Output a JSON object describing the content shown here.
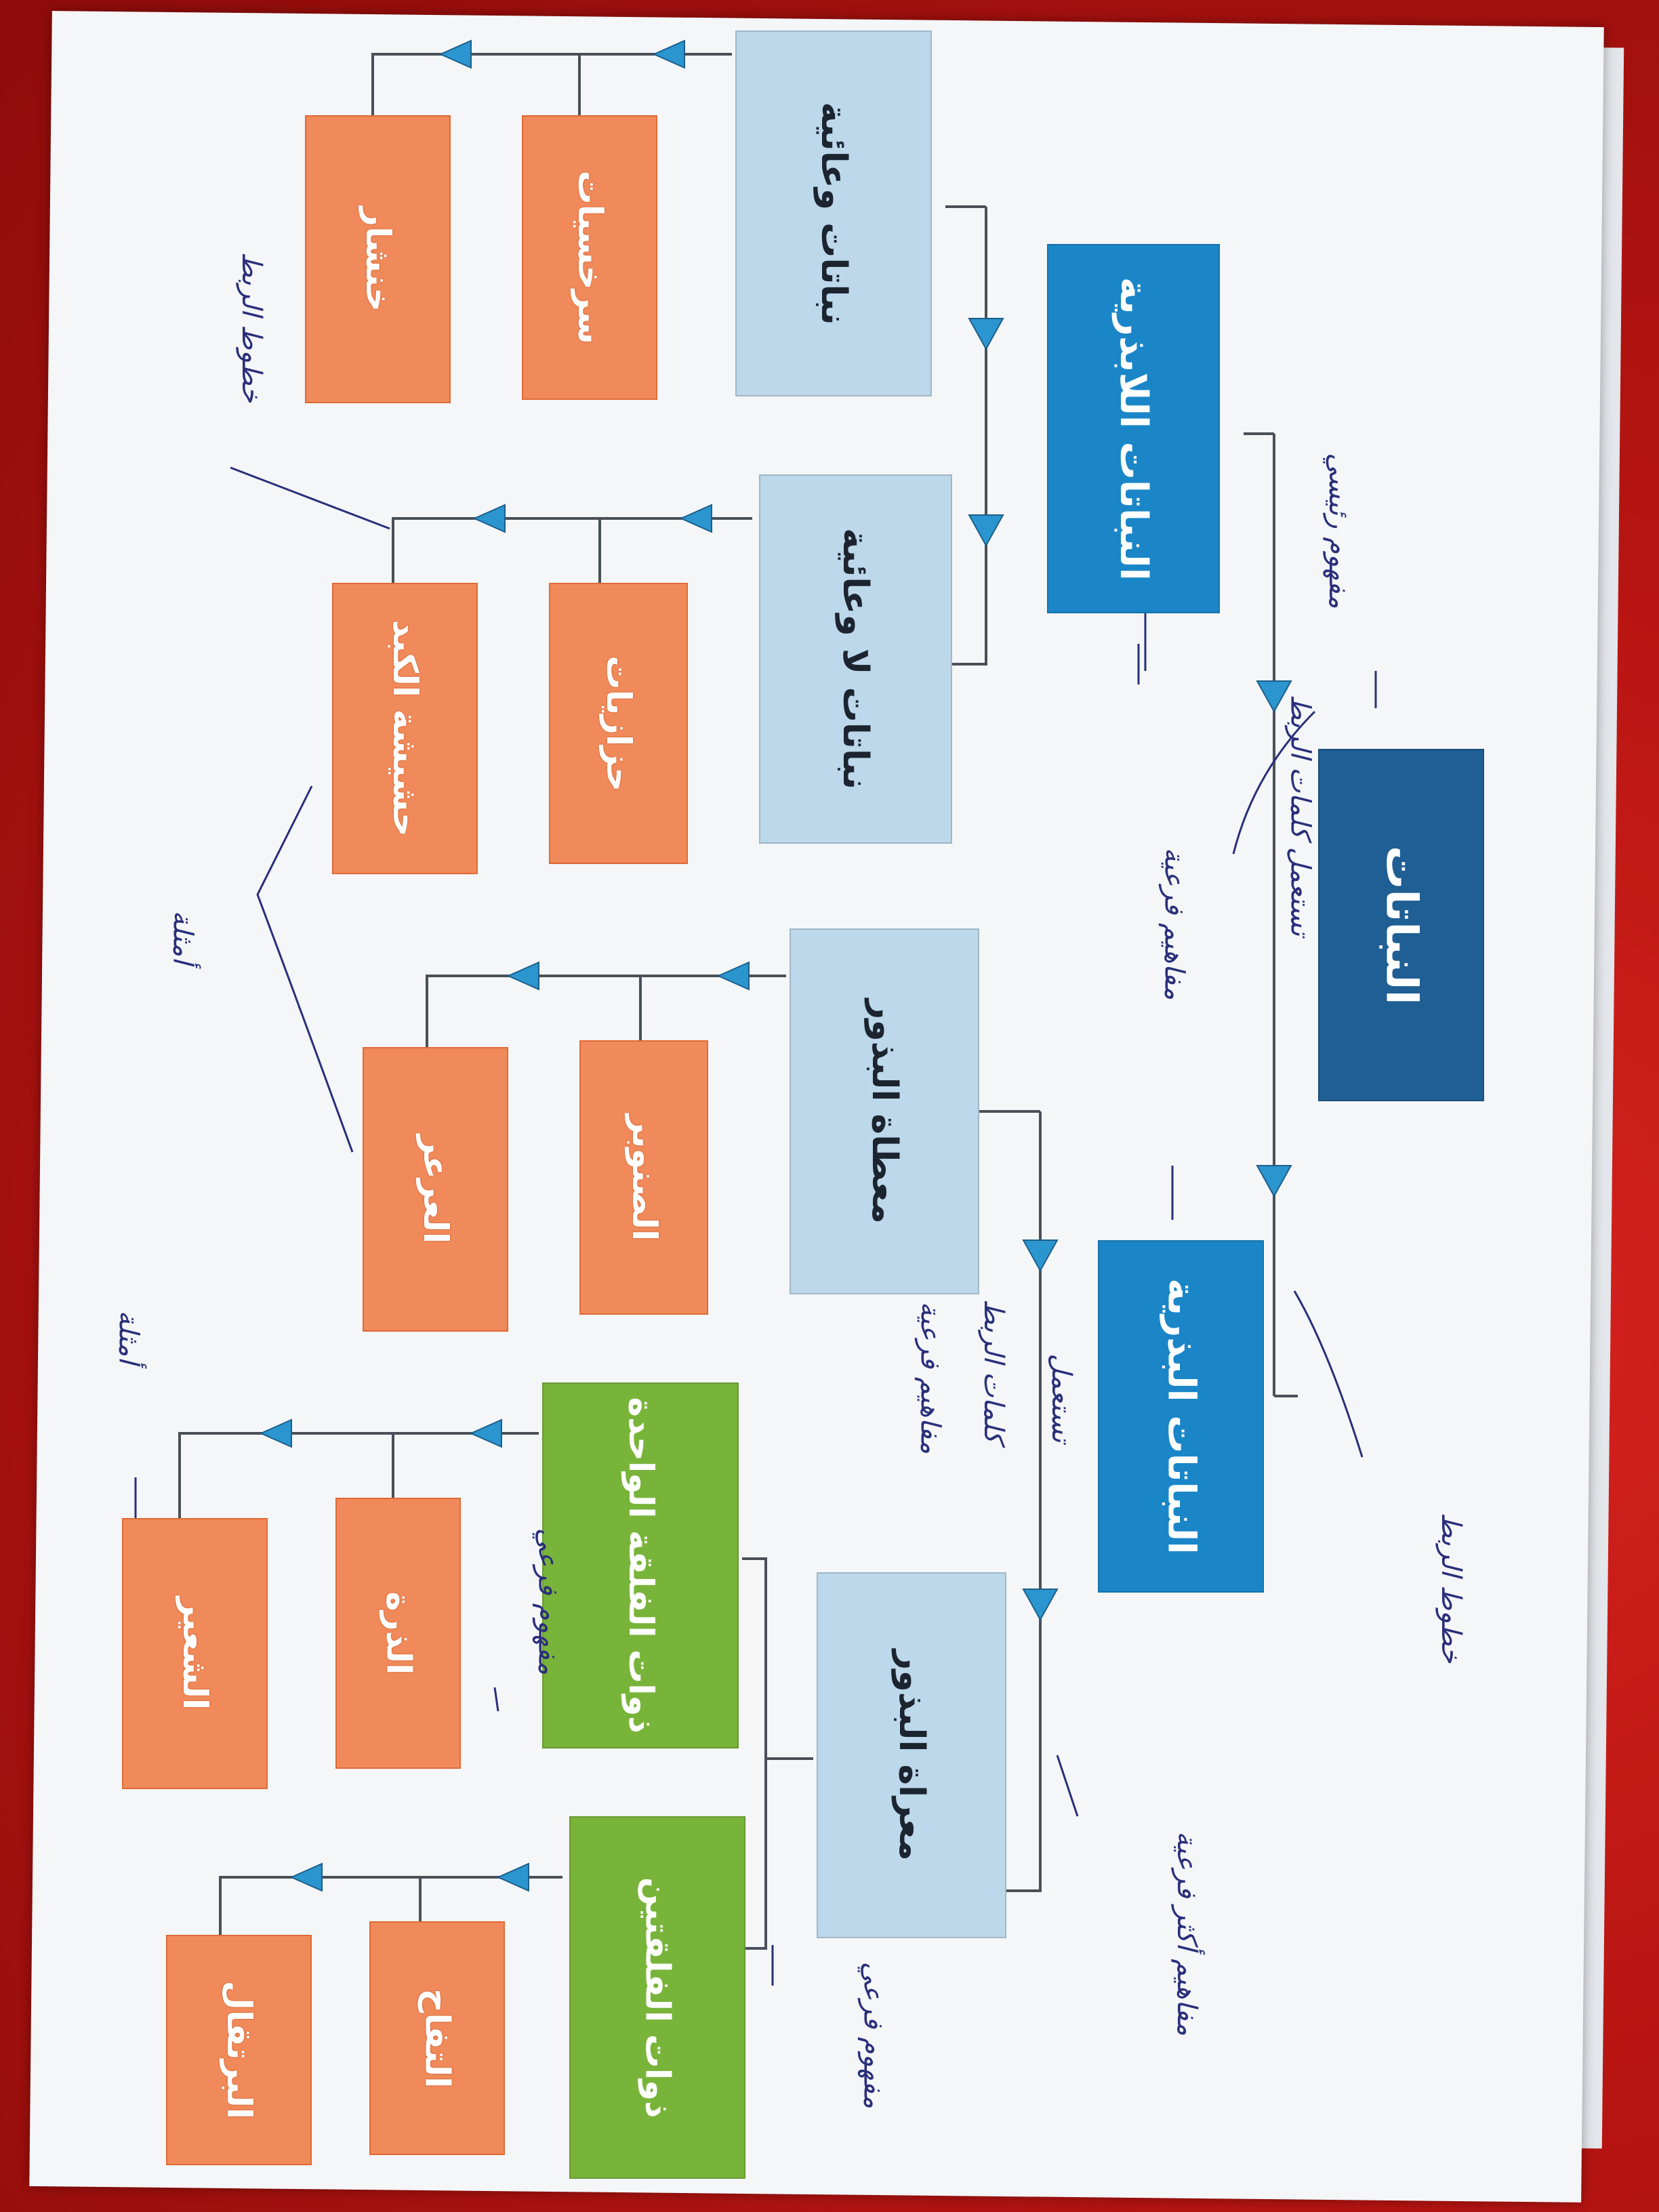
{
  "root": {
    "label": "النباتات"
  },
  "branches": {
    "angiosperm": {
      "label": "النباتات البذرية"
    },
    "nonseed": {
      "label": "النباتات اللابذرية"
    }
  },
  "groups": {
    "vascular": {
      "label": "نباتات وعائية"
    },
    "nonvascular": {
      "label": "نباتات لا وعائية"
    },
    "gymno": {
      "label": "معطاة البذور"
    },
    "angio": {
      "label": "معراة البذور"
    },
    "monocot": {
      "label": "ذوات الفلقة الواحدة"
    },
    "dicot": {
      "label": "ذوات الفلقتين"
    }
  },
  "examples": {
    "ferns": {
      "label": "سرخسيات"
    },
    "horsetail": {
      "label": "خنشار"
    },
    "mosses": {
      "label": "حزازيات"
    },
    "liverwort": {
      "label": "حشيشة الكبد"
    },
    "pine": {
      "label": "الصنوبر"
    },
    "juniper": {
      "label": "العرعر"
    },
    "corn": {
      "label": "الذرة"
    },
    "wheat": {
      "label": "الشعير"
    },
    "apple": {
      "label": "التفاح"
    },
    "orange": {
      "label": "البرتقال"
    }
  },
  "notes": {
    "main_concept": "مفهوم رئيسي",
    "uses_link_words": "تستعمل كلمات الربط",
    "sub_concepts_1": "مفاهيم فرعية",
    "link_lines_1": "خطوط الربط",
    "examples_1": "أمثلة",
    "link_words_2": "كلمات الربط",
    "sub_concepts_2": "مفاهيم فرعية",
    "uses_2": "تستعمل",
    "examples_2": "أمثلة",
    "sub_concept_3": "مفهوم فرعي",
    "sub_concept_4": "مفهوم فرعي",
    "more_sub_concepts": "مفاهيم أكثر فرعية",
    "link_lines_2": "خطوط الربط"
  },
  "colors": {
    "root": "#1f5f94",
    "branch": "#1a86c8",
    "group": "#bcd8ea",
    "green_group": "#79b43a",
    "example": "#f08a5a",
    "connector": "#4a4f58",
    "arrow": "#2b95cf",
    "ink": "#2a2f7a"
  }
}
